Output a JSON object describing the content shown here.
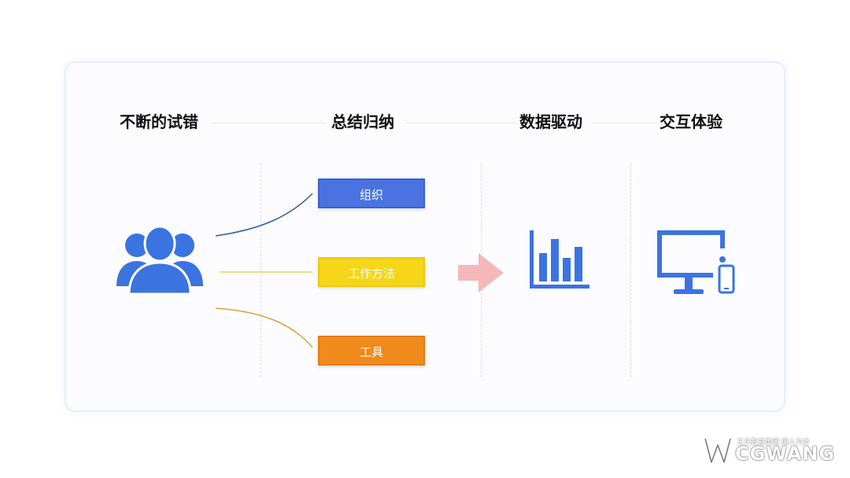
{
  "stages": [
    {
      "label": "不断的试错"
    },
    {
      "label": "总结归纳"
    },
    {
      "label": "数据驱动"
    },
    {
      "label": "交互体验"
    }
  ],
  "boxes": [
    {
      "label": "组织",
      "color": "#4a72e0"
    },
    {
      "label": "工作方法",
      "color": "#f5d619"
    },
    {
      "label": "工具",
      "color": "#f08a1c"
    }
  ],
  "icons": {
    "users": "users-icon",
    "arrow": "arrow-right-icon",
    "chart": "bar-chart-icon",
    "devices": "monitor-phone-icon",
    "accent": "#3b73e1",
    "arrow_color": "#f6b7ba"
  },
  "watermark": {
    "brand": "CGWANG",
    "tagline": "王氏教育集团 国人为本"
  }
}
